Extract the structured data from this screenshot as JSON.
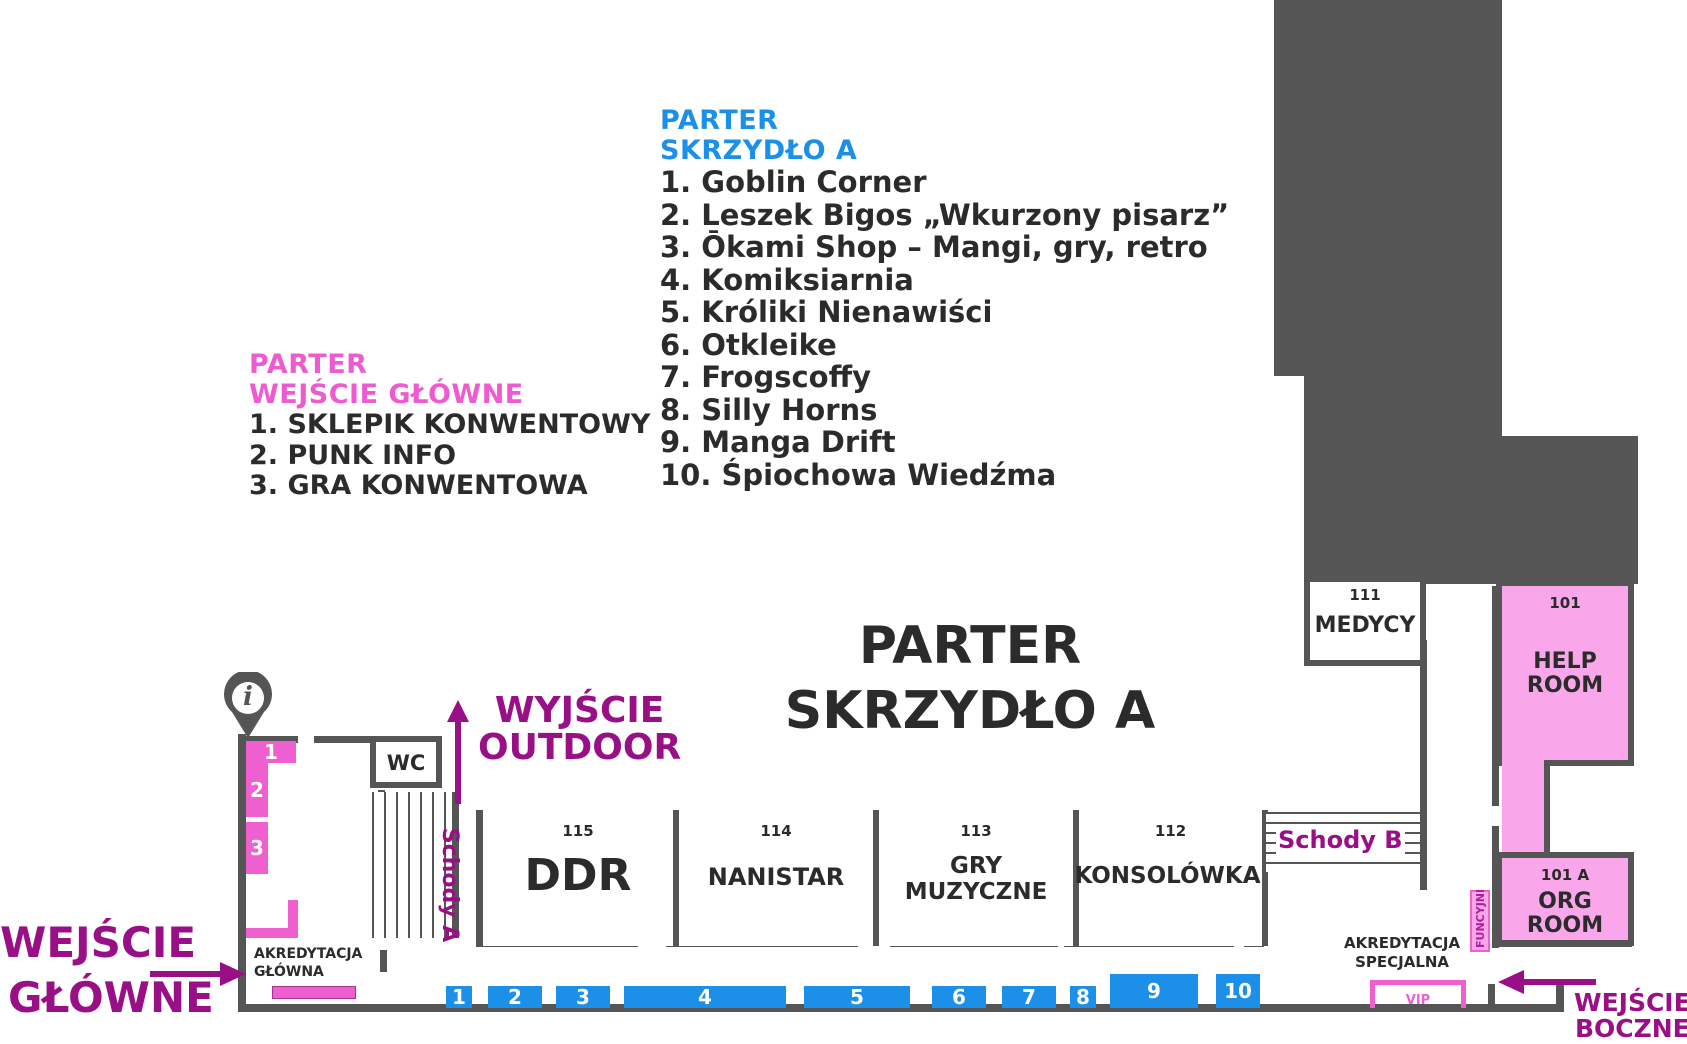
{
  "legend_a": {
    "heading_1": "PARTER",
    "heading_2": "SKRZYDŁO A",
    "items": [
      "1. Goblin Corner",
      "2. Leszek Bigos „Wkurzony pisarz”",
      "3. Ōkami Shop – Mangi, gry, retro",
      "4. Komiksiarnia",
      "5. Króliki Nienawiści",
      "6. Otkleike",
      "7. Frogscoffy",
      "8. Silly Horns",
      "9. Manga Drift",
      "10. Śpiochowa Wiedźma"
    ]
  },
  "legend_main": {
    "heading_1": "PARTER",
    "heading_2": "WEJŚCIE GŁÓWNE",
    "items": [
      "1. SKLEPIK KONWENTOWY",
      "2. PUNK INFO",
      "3. GRA KONWENTOWA"
    ]
  },
  "map": {
    "title_1": "PARTER",
    "title_2": "SKRZYDŁO A",
    "info_icon_glyph": "i",
    "exit_outdoor_1": "WYJŚCIE",
    "exit_outdoor_2": "OUTDOOR",
    "main_entrance_1": "WEJŚCIE",
    "main_entrance_2": "GŁÓWNE",
    "side_entrance_1": "WEJŚCIE",
    "side_entrance_2": "BOCZNE",
    "wc": "WC",
    "stairs_a": "Schody A",
    "stairs_b": "Schody B",
    "accreditation_main_1": "AKREDYTACJA",
    "accreditation_main_2": "GŁÓWNA",
    "accreditation_special_1": "AKREDYTACJA",
    "accreditation_special_2": "SPECJALNA",
    "vip": "VIP",
    "funcyjni": "FUNCYJNI",
    "rooms": {
      "r115": {
        "number": "115",
        "name": "DDR"
      },
      "r114": {
        "number": "114",
        "name": "NANISTAR"
      },
      "r113": {
        "number": "113",
        "name_1": "GRY",
        "name_2": "MUZYCZNE"
      },
      "r112": {
        "number": "112",
        "name": "KONSOLÓWKA"
      },
      "r111": {
        "number": "111",
        "name": "MEDYCY"
      },
      "r101": {
        "number": "101",
        "name_1": "HELP",
        "name_2": "ROOM"
      },
      "r101a": {
        "number": "101 A",
        "name_1": "ORG",
        "name_2": "ROOM"
      }
    },
    "booths_blue": [
      "1",
      "2",
      "3",
      "4",
      "5",
      "6",
      "7",
      "8",
      "9",
      "10"
    ],
    "booths_pink": [
      "1",
      "2",
      "3"
    ]
  },
  "colors": {
    "blue": "#1c8fe8",
    "pink": "#ee5bd0",
    "light_pink": "#f9a6ea",
    "purple": "#990f86",
    "gray": "#555555"
  }
}
